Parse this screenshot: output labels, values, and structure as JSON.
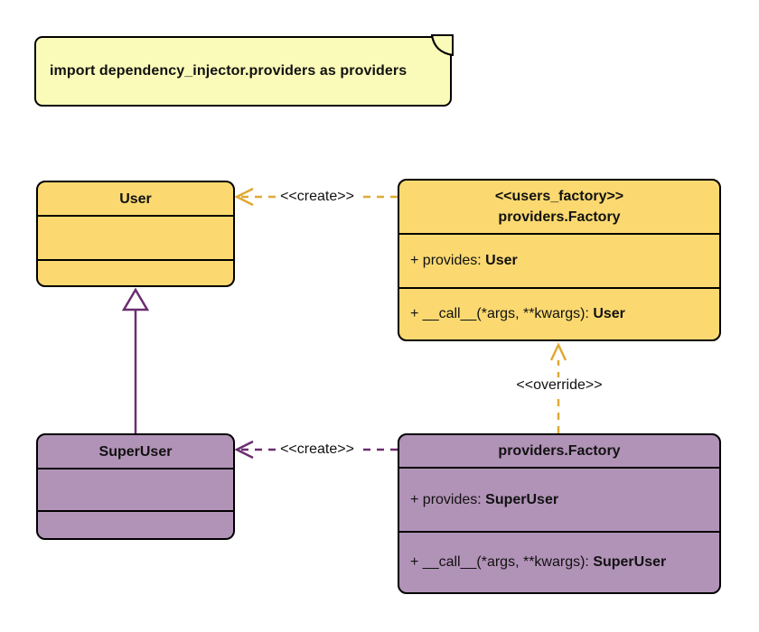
{
  "note": {
    "text": "import dependency_injector.providers as providers"
  },
  "classes": {
    "user": {
      "title": "User"
    },
    "users_factory": {
      "stereotype": "<<users_factory>>",
      "title": "providers.Factory",
      "provides_prefix": "+ provides: ",
      "provides_type": "User",
      "call_prefix": "+ __call__(*args, **kwargs): ",
      "call_type": "User"
    },
    "super_user": {
      "title": "SuperUser"
    },
    "factory": {
      "title": "providers.Factory",
      "provides_prefix": "+ provides: ",
      "provides_type": "SuperUser",
      "call_prefix": "+ __call__(*args, **kwargs): ",
      "call_type": "SuperUser"
    }
  },
  "arrows": {
    "create_top_label": "<<create>>",
    "create_bottom_label": "<<create>>",
    "override_label": "<<override>>"
  },
  "colors": {
    "class_yellow_fill": "#FBD970",
    "class_purple_fill": "#B293B8",
    "note_fill": "#FBFBB9",
    "gold_line": "#DFA933",
    "purple_line": "#6B2D70",
    "border": "#000000"
  }
}
